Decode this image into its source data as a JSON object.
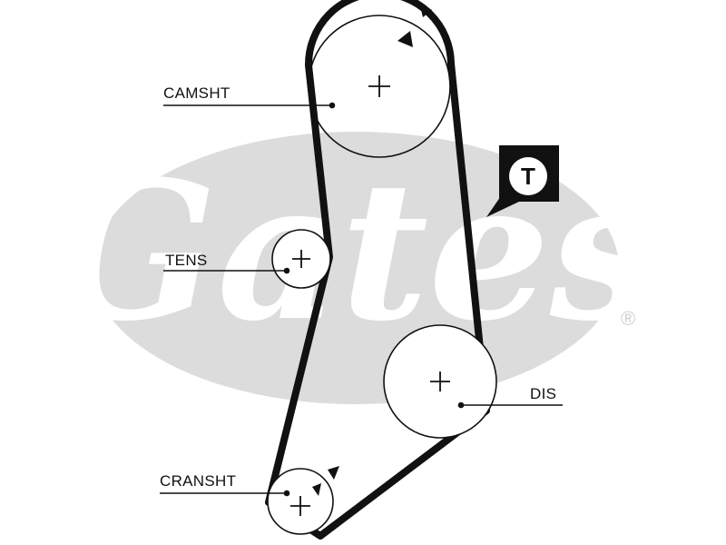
{
  "watermark": {
    "brand": "Gates",
    "registered": "®",
    "color": "#d9d9d9"
  },
  "labels": {
    "camshaft": "CAMSHT",
    "tensioner": "TENS",
    "distributor": "DIS",
    "crankshaft": "CRANSHT"
  },
  "badge": {
    "text": "T",
    "color": "#111111"
  },
  "belt_color": "#111111"
}
